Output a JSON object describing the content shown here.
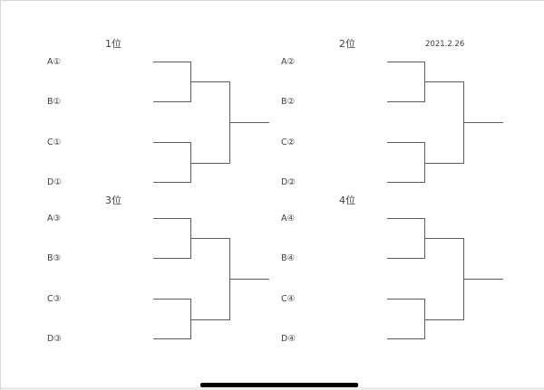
{
  "page": {
    "date": "2021.2.26"
  },
  "brackets": [
    {
      "title": "1位",
      "seeds": [
        "A①",
        "B①",
        "C①",
        "D①"
      ]
    },
    {
      "title": "2位",
      "seeds": [
        "A②",
        "B②",
        "C②",
        "D②"
      ]
    },
    {
      "title": "3位",
      "seeds": [
        "A③",
        "B③",
        "C③",
        "D③"
      ]
    },
    {
      "title": "4位",
      "seeds": [
        "A④",
        "B④",
        "C④",
        "D④"
      ]
    }
  ],
  "colors": {
    "line": "#5e5e5e",
    "text": "#3e3e3e",
    "bar": "#000000",
    "page_edge": "#d8d8d8"
  }
}
